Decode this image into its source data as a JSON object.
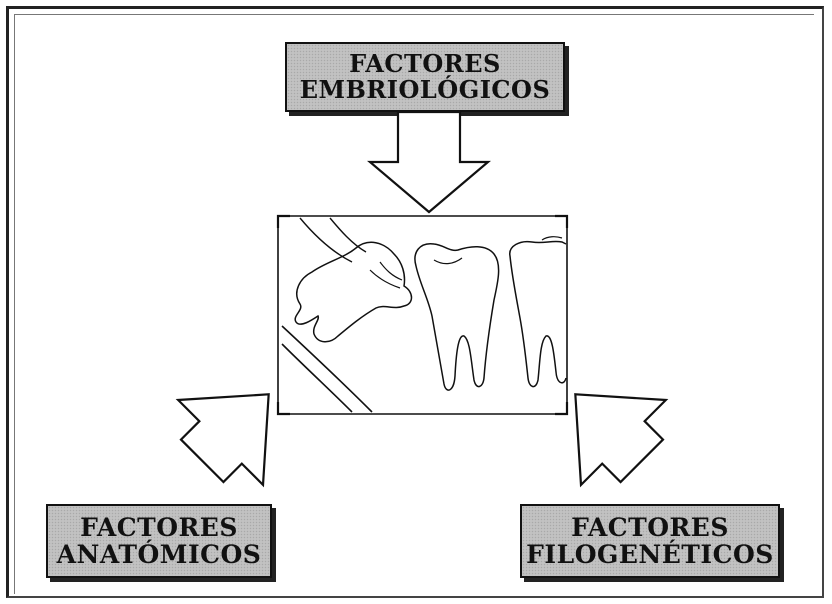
{
  "diagram": {
    "top_box": {
      "line1": "FACTORES",
      "line2": "EMBRIOLÓGICOS"
    },
    "left_box": {
      "line1": "FACTORES",
      "line2": "ANATÓMICOS"
    },
    "right_box": {
      "line1": "FACTORES",
      "line2": "FILOGENÉTICOS"
    },
    "center_image_icon": "impacted-molar-drawing",
    "arrow_icon": "hollow-block-arrow"
  }
}
